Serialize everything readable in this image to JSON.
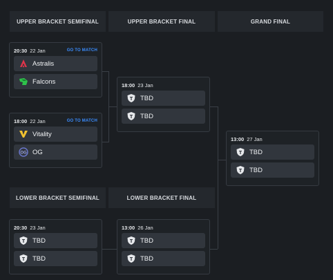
{
  "headers": {
    "ub_semifinal": "UPPER BRACKET SEMIFINAL",
    "ub_final": "UPPER BRACKET FINAL",
    "grand_final": "GRAND FINAL",
    "lb_semifinal": "LOWER BRACKET SEMIFINAL",
    "lb_final": "LOWER BRACKET FINAL"
  },
  "matches": {
    "ub_sf1": {
      "time": "20:30",
      "date": "22 Jan",
      "link": "GO TO MATCH",
      "team1": "Astralis",
      "team2": "Falcons"
    },
    "ub_sf2": {
      "time": "18:00",
      "date": "22 Jan",
      "link": "GO TO MATCH",
      "team1": "Vitality",
      "team2": "OG"
    },
    "ub_final": {
      "time": "18:00",
      "date": "23 Jan",
      "team1": "TBD",
      "team2": "TBD"
    },
    "grand_final": {
      "time": "13:00",
      "date": "27 Jan",
      "team1": "TBD",
      "team2": "TBD"
    },
    "lb_sf": {
      "time": "20:30",
      "date": "23 Jan",
      "team1": "TBD",
      "team2": "TBD"
    },
    "lb_final": {
      "time": "13:00",
      "date": "26 Jan",
      "team1": "TBD",
      "team2": "TBD"
    }
  },
  "icons": {
    "astralis": "astralis-logo-icon",
    "falcons": "falcons-logo-icon",
    "vitality": "vitality-logo-icon",
    "og": "og-logo-icon",
    "tbd": "tbd-shield-icon"
  },
  "colors": {
    "background": "#1b1e22",
    "header": "#24282d",
    "team_row": "#31363d",
    "link": "#3b8dff",
    "astralis": "#e0344a",
    "falcons": "#2ec24a",
    "vitality": "#f2c230",
    "og": "#6a76c9"
  }
}
